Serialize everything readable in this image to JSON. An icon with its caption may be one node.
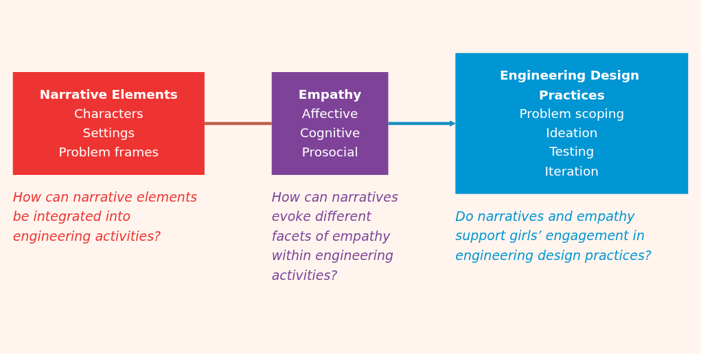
{
  "diagram": {
    "nodes": [
      {
        "text": [
          "Narrative Elements",
          "Characters",
          "Settings",
          "Problem frames"
        ],
        "beside": [
          "How can narrative elements be integrated into engineering activities?"
        ]
      },
      {
        "text": [
          "Empathy",
          "Affective",
          "Cognitive",
          "Prosocial"
        ],
        "beside": [
          "How can narratives evoke different facets of empathy within engineering activities?"
        ]
      },
      {
        "text": [
          "Engineering Design Practices",
          "Problem scoping",
          "Ideation",
          "Testing",
          "Iteration"
        ],
        "beside": [
          "Do narratives and empathy support girls’ engagement in engineering design practices?"
        ]
      }
    ],
    "edges": [
      {
        "from": 0,
        "to": 1,
        "arrow": "none",
        "color": "#c0604f"
      },
      {
        "from": 1,
        "to": 2,
        "arrow": "to",
        "color": "#1a90c0"
      }
    ]
  }
}
